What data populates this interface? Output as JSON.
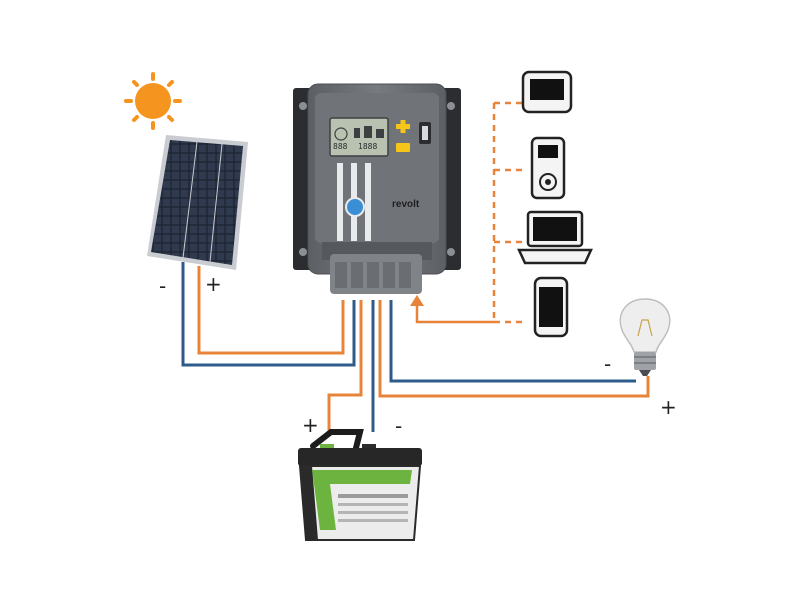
{
  "colors": {
    "negative_wire": "#2e5b8c",
    "positive_wire": "#e8843a",
    "usb_dashed": "#e8843a",
    "sun": "#f5941e",
    "controller_body": "#6a6e72",
    "controller_accent": "#f5c518",
    "battery_green": "#6cb33f"
  },
  "icons": {
    "sun": "sun-icon",
    "panel": "solar-panel-icon",
    "controller": "charge-controller-icon",
    "battery": "battery-icon",
    "bulb": "light-bulb-icon",
    "devices": [
      "tablet-icon",
      "mp3-player-icon",
      "laptop-icon",
      "smartphone-icon"
    ]
  },
  "labels": {
    "panel_minus": "-",
    "panel_plus": "+",
    "battery_plus": "+",
    "battery_minus": "-",
    "load_minus": "-",
    "load_plus": "+",
    "brand": "revolt",
    "lcd_left": "888",
    "lcd_right": "1888"
  }
}
